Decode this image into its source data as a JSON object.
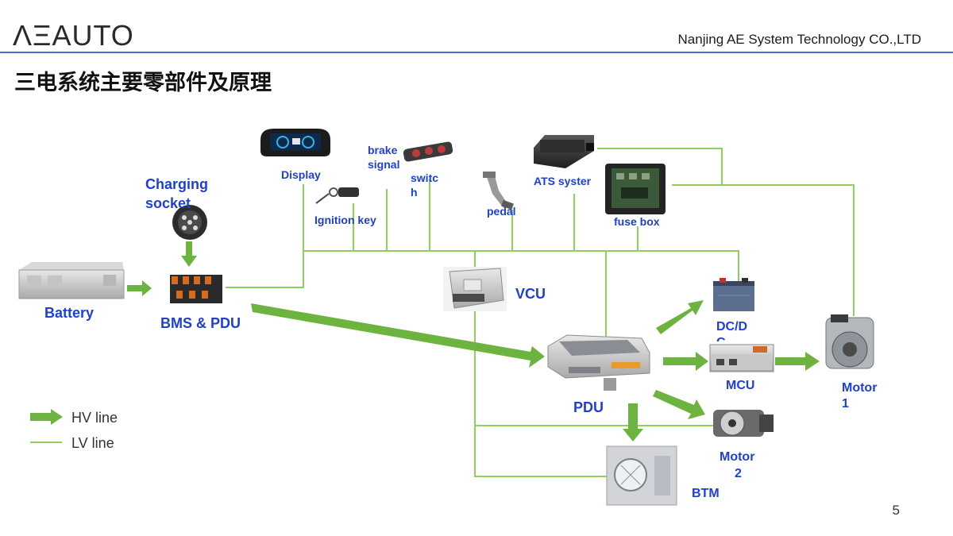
{
  "header": {
    "logo": "ΛΞAUTO",
    "company": "Nanjing AE System Technology CO.,LTD"
  },
  "slide": {
    "title": "三电系统主要零部件及原理",
    "page_number": "5"
  },
  "components": {
    "display": "Display",
    "brake_signal_1": "brake",
    "brake_signal_2": "signal",
    "switch_1": "switc",
    "switch_2": "h",
    "ats_system": "ATS syster",
    "charging_socket_1": "Charging",
    "charging_socket_2": "socket",
    "ignition_key": "Ignition key",
    "pedal": "pedal",
    "fuse_box": "fuse box",
    "battery": "Battery",
    "bms_pdu": "BMS & PDU",
    "vcu": "VCU",
    "pdu": "PDU",
    "dcdc_1": "DC/D",
    "dcdc_2": "C",
    "mcu": "MCU",
    "motor1_1": "Motor",
    "motor1_2": "1",
    "motor2_1": "Motor",
    "motor2_2": "2",
    "btm": "BTM"
  },
  "legend": {
    "hv": "HV line",
    "lv": "LV line"
  },
  "colors": {
    "hv_line": "#6db33f",
    "lv_line": "#8fd05c",
    "label_blue": "#1d3fd8"
  }
}
